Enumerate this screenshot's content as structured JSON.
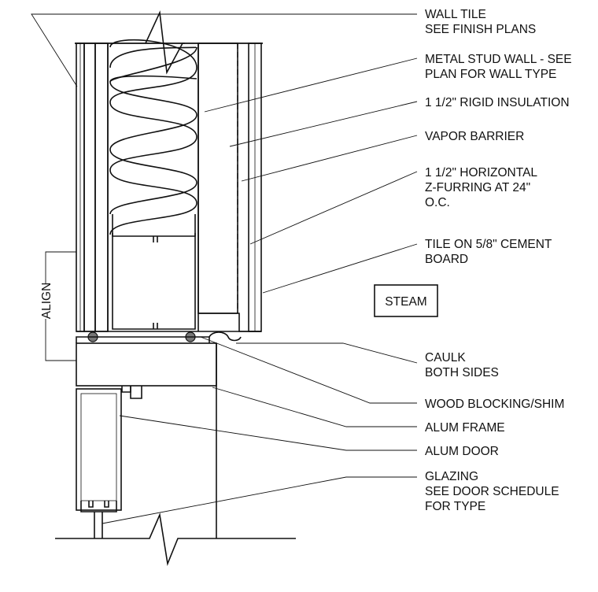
{
  "callouts": [
    {
      "id": "wall-tile",
      "lines": [
        "WALL TILE",
        "SEE FINISH PLANS"
      ]
    },
    {
      "id": "metal-stud-wall",
      "lines": [
        "METAL STUD WALL - SEE",
        "PLAN FOR WALL TYPE"
      ]
    },
    {
      "id": "rigid-insulation",
      "lines": [
        "1 1/2\" RIGID INSULATION"
      ]
    },
    {
      "id": "vapor-barrier",
      "lines": [
        "VAPOR BARRIER"
      ]
    },
    {
      "id": "z-furring",
      "lines": [
        "1 1/2\" HORIZONTAL",
        "Z-FURRING AT 24\"",
        "O.C."
      ]
    },
    {
      "id": "tile-on-cement-board",
      "lines": [
        "TILE ON 5/8\" CEMENT",
        "BOARD"
      ]
    },
    {
      "id": "caulk",
      "lines": [
        "CAULK",
        "BOTH SIDES"
      ]
    },
    {
      "id": "wood-blocking",
      "lines": [
        "WOOD BLOCKING/SHIM"
      ]
    },
    {
      "id": "alum-frame",
      "lines": [
        "ALUM FRAME"
      ]
    },
    {
      "id": "alum-door",
      "lines": [
        "ALUM DOOR"
      ]
    },
    {
      "id": "glazing",
      "lines": [
        "GLAZING",
        "SEE DOOR SCHEDULE",
        "FOR TYPE"
      ]
    }
  ],
  "room_tag": "STEAM",
  "align_label": "ALIGN",
  "colors": {
    "ink": "#111111",
    "background": "#ffffff"
  }
}
